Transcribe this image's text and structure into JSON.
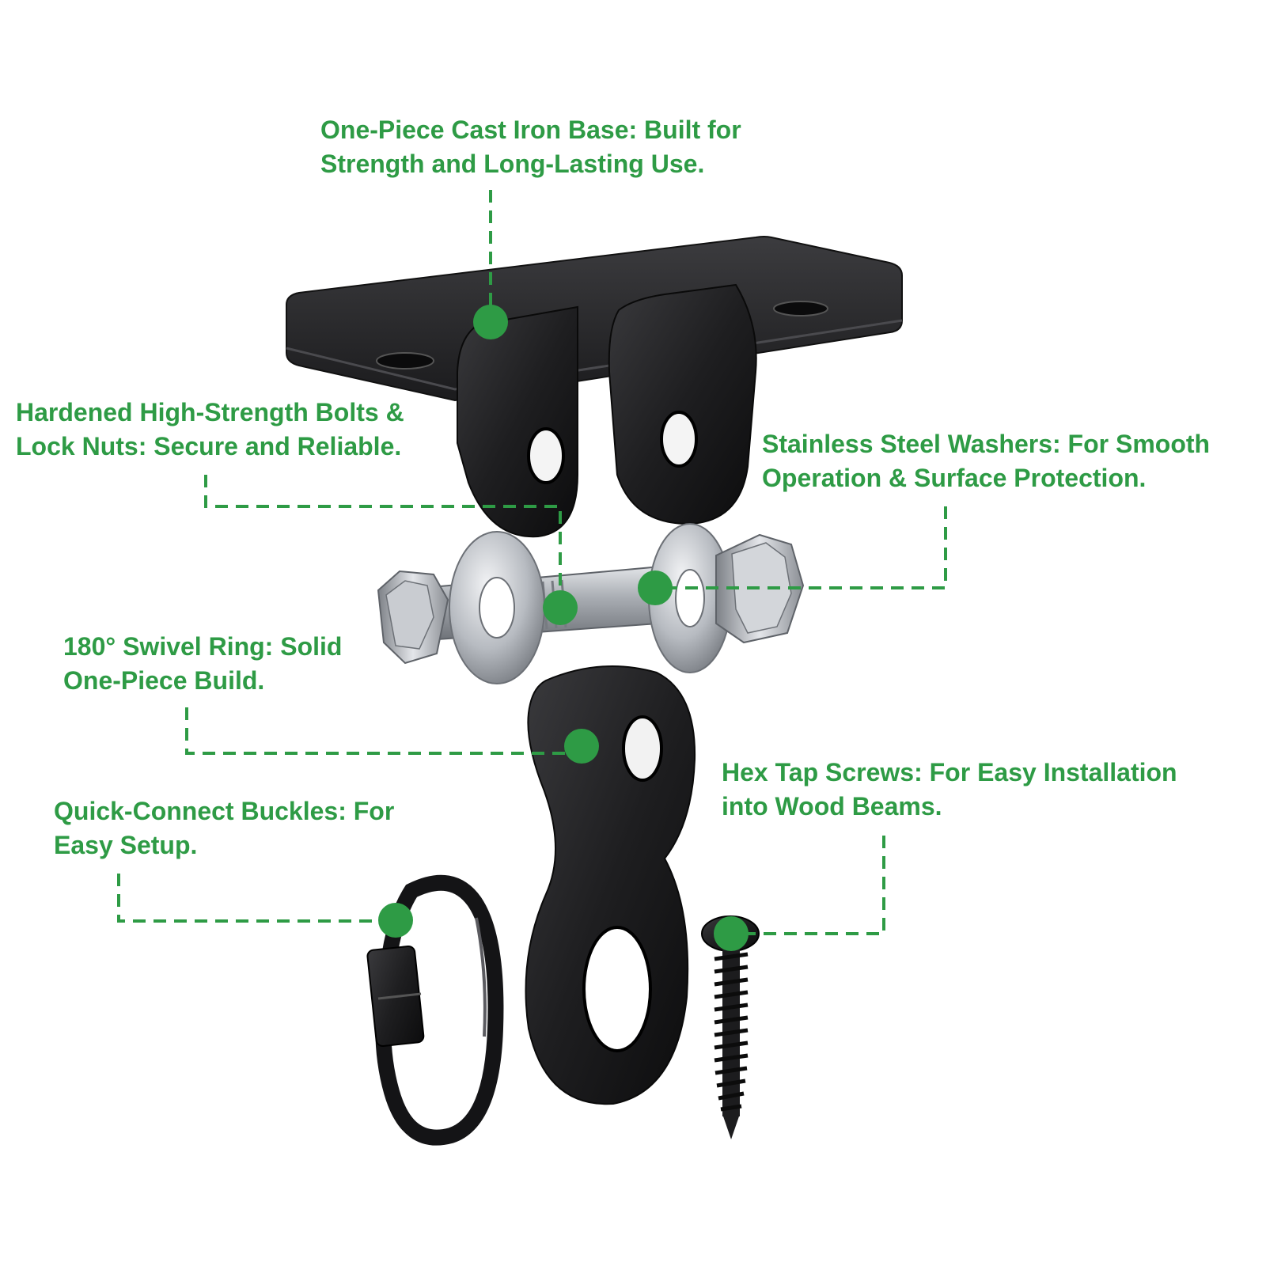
{
  "colors": {
    "accent": "#2e9b45",
    "hardware_black": "#1f1f21",
    "steel": "#b8bcc2"
  },
  "callouts": {
    "base": {
      "line1": "One-Piece Cast Iron Base: Built for",
      "line2": "Strength and Long-Lasting Use."
    },
    "bolts": {
      "line1": "Hardened High-Strength Bolts &",
      "line2": "Lock Nuts: Secure and Reliable."
    },
    "washers": {
      "line1": "Stainless Steel Washers: For Smooth",
      "line2": "Operation & Surface Protection."
    },
    "ring": {
      "line1": "180° Swivel Ring: Solid",
      "line2": "One-Piece Build."
    },
    "screws": {
      "line1": "Hex Tap Screws: For Easy Installation",
      "line2": "into Wood Beams."
    },
    "buckles": {
      "line1": "Quick-Connect Buckles: For",
      "line2": "Easy Setup."
    }
  }
}
